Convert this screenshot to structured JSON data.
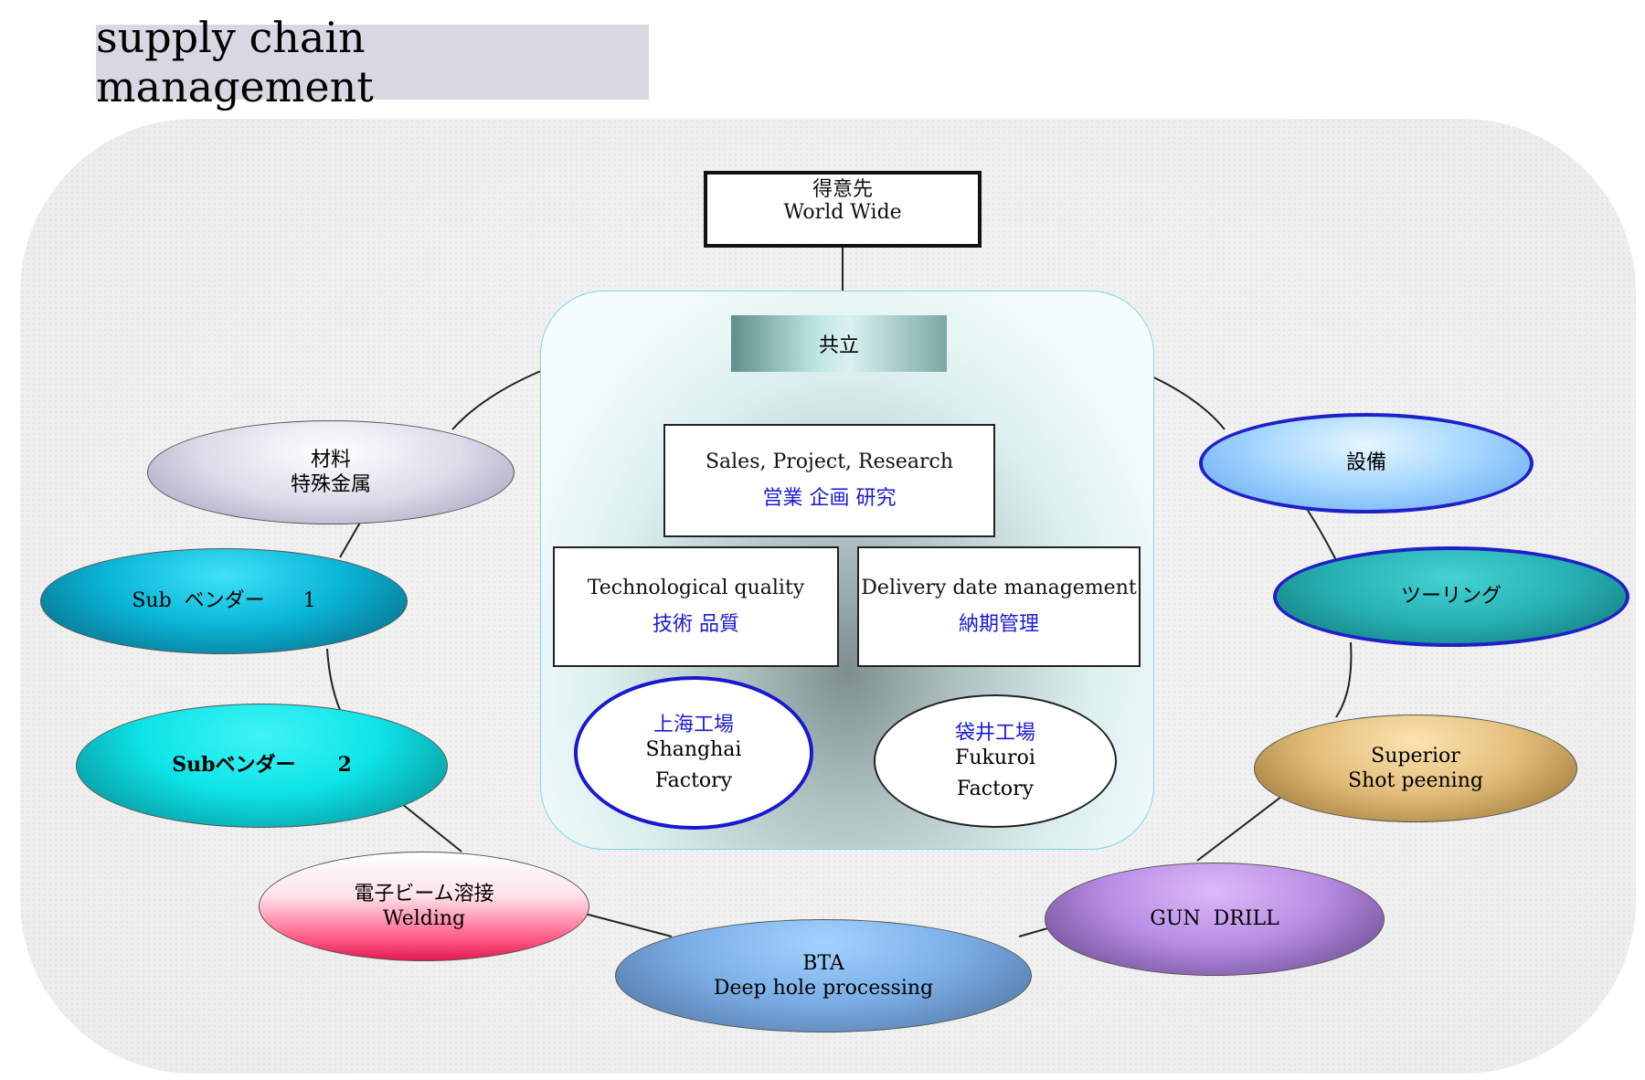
{
  "title": "supply chain management",
  "customer": {
    "line1": "得意先",
    "line2": "World Wide"
  },
  "center": {
    "name": "共立",
    "sales": {
      "en": "Sales,  Project,  Research",
      "jp": "営業  企画  研究"
    },
    "tech": {
      "en": "Technological quality",
      "jp": "技術  品質"
    },
    "delivery": {
      "en": "Delivery date management",
      "jp": "納期管理"
    },
    "shanghai": {
      "jp": "上海工場",
      "en1": "Shanghai",
      "en2": "Factory"
    },
    "fukuroi": {
      "jp": "袋井工場",
      "en1": "Fukuroi",
      "en2": "Factory"
    }
  },
  "partners": {
    "material": {
      "line1": "材料",
      "line2": "特殊金属"
    },
    "sub1": {
      "label": "Sub  ベンダー      1"
    },
    "sub2": {
      "label": "Subベンダー      2"
    },
    "welding": {
      "line1": "電子ビーム溶接",
      "line2": "Welding"
    },
    "bta": {
      "line1": "BTA",
      "line2": "Deep hole processing"
    },
    "gundrill": {
      "label": "GUN  DRILL"
    },
    "shot": {
      "line1": "Superior",
      "line2": "Shot peening"
    },
    "tooling": {
      "label": "ツーリング"
    },
    "equipment": {
      "label": "設備"
    }
  }
}
